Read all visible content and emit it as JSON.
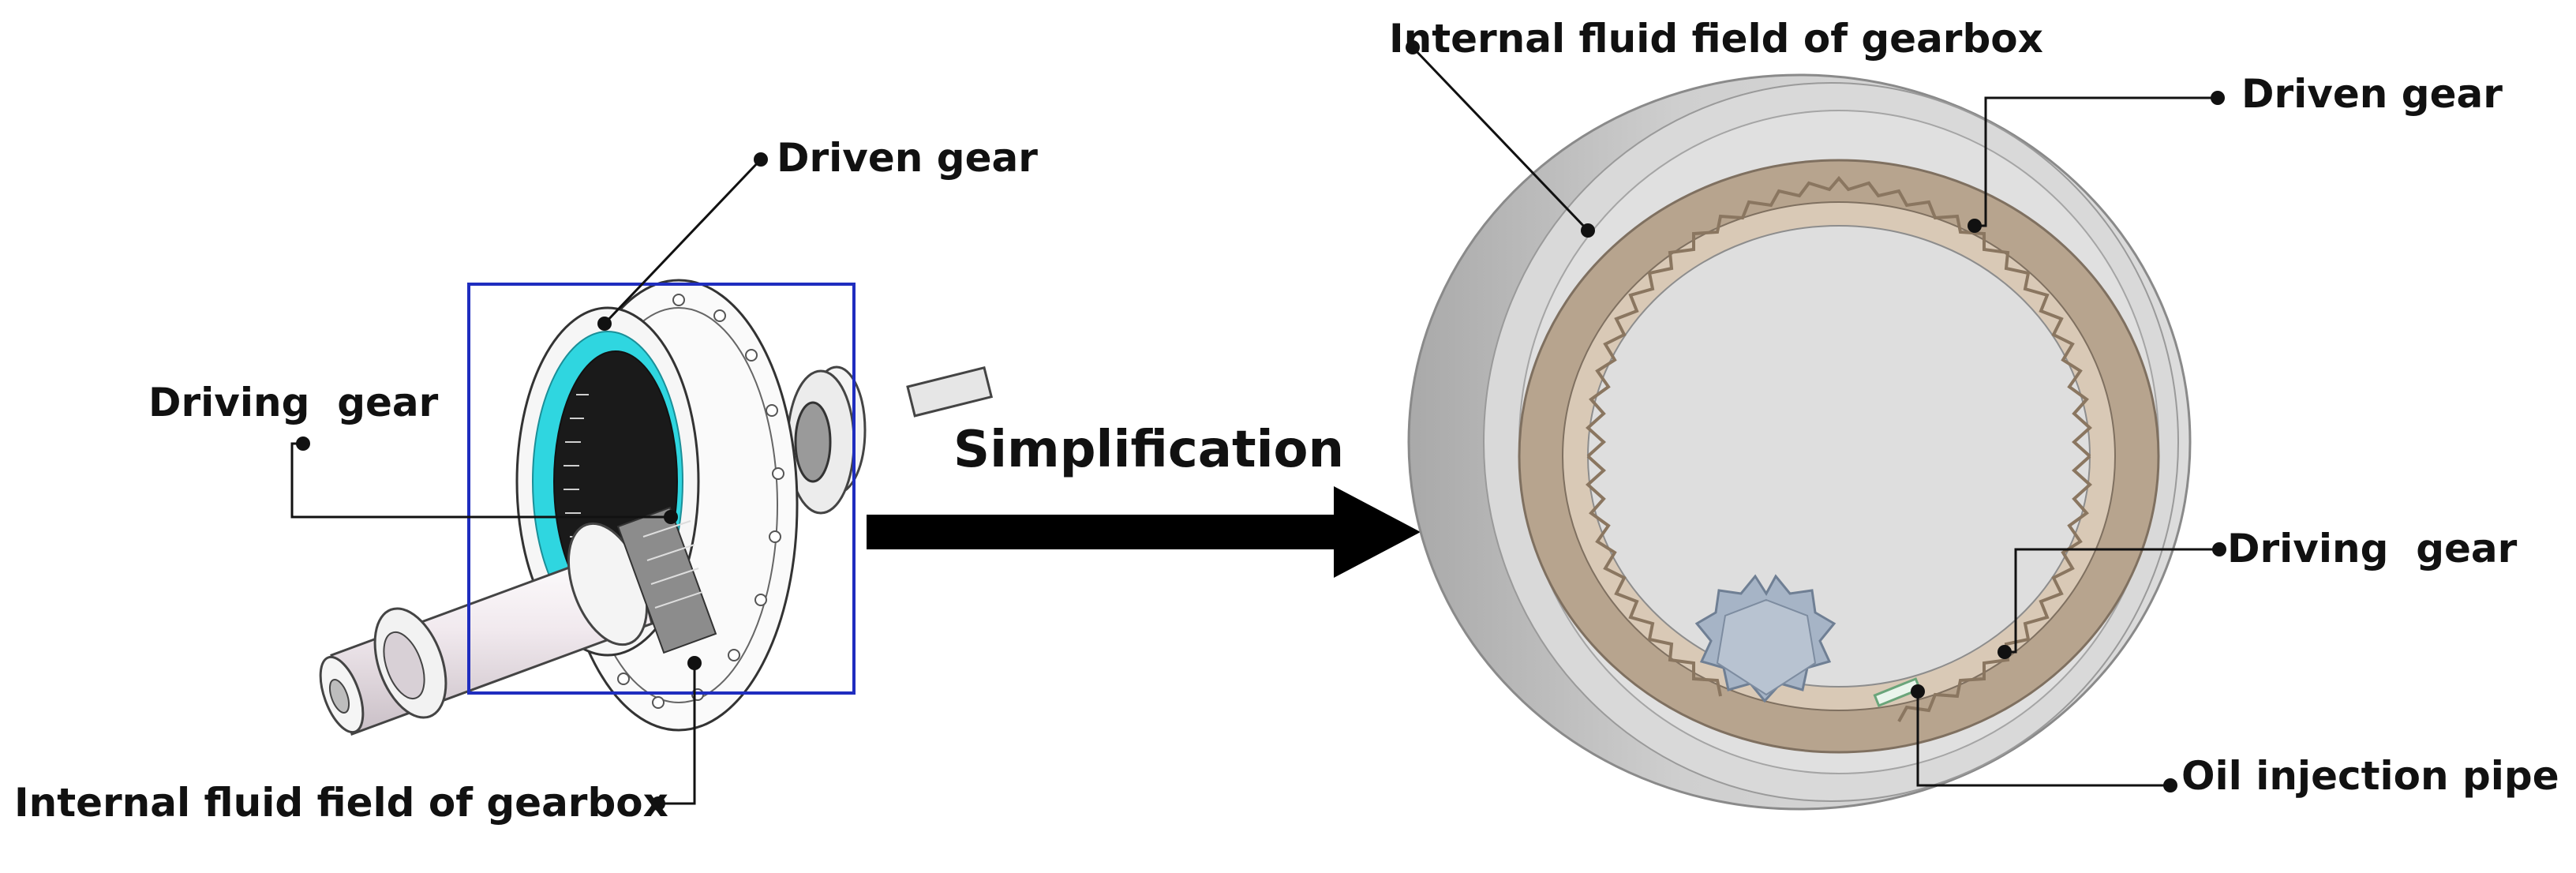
{
  "labels": {
    "left_driven_gear": "Driven gear",
    "left_driving_gear": "Driving  gear",
    "left_fluid_field": "Internal fluid field of gearbox",
    "arrow_caption": "Simplification",
    "right_fluid_field": "Internal fluid field of gearbox",
    "right_driven_gear": "Driven gear",
    "right_driving_gear": "Driving  gear",
    "right_oil_pipe": "Oil injection pipe"
  },
  "colors": {
    "frame": "#1f2dbf",
    "fluid_cyan": "#2fd6e0",
    "ring_gear": "#b7a48e",
    "housing": "#c4c4c4",
    "pinion": "#9fb0c4",
    "pipe": "#7fbf8f",
    "leader": "#111111"
  }
}
